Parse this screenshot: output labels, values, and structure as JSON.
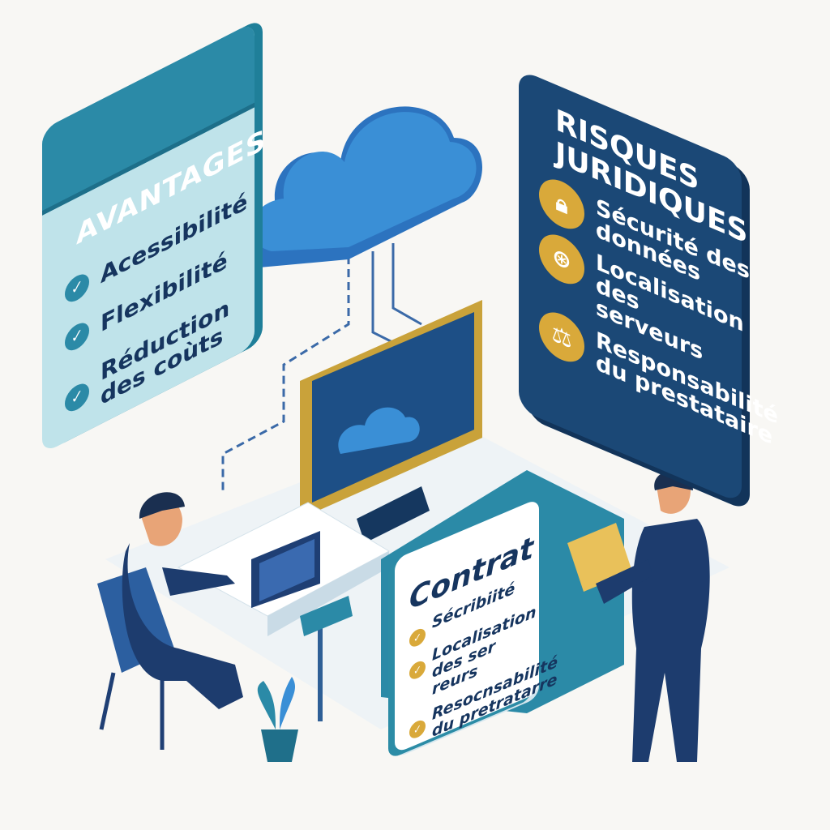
{
  "advantages": {
    "title": "AVANTAGES",
    "items": [
      "Acessibilité",
      "Flexibilité",
      "Réduction des coùts"
    ],
    "check_icon": "check-icon"
  },
  "risks": {
    "title": "RISQUES JURIDIQUES",
    "items": [
      {
        "label": "Sécurité des données",
        "icon": "lock-icon"
      },
      {
        "label": "Localisation des serveurs",
        "icon": "globe-icon"
      },
      {
        "label": "Responsabilité du prestataire",
        "icon": "scales-icon"
      }
    ]
  },
  "contract": {
    "title": "Contrat",
    "items": [
      "Sécribiité",
      "Localisation des ser reurs",
      "Resocnsabilité du pretratarre"
    ]
  },
  "colors": {
    "teal": "#2b8aa7",
    "navy": "#1b4876",
    "gold": "#d9a93a",
    "cloud": "#3a8fd6"
  }
}
